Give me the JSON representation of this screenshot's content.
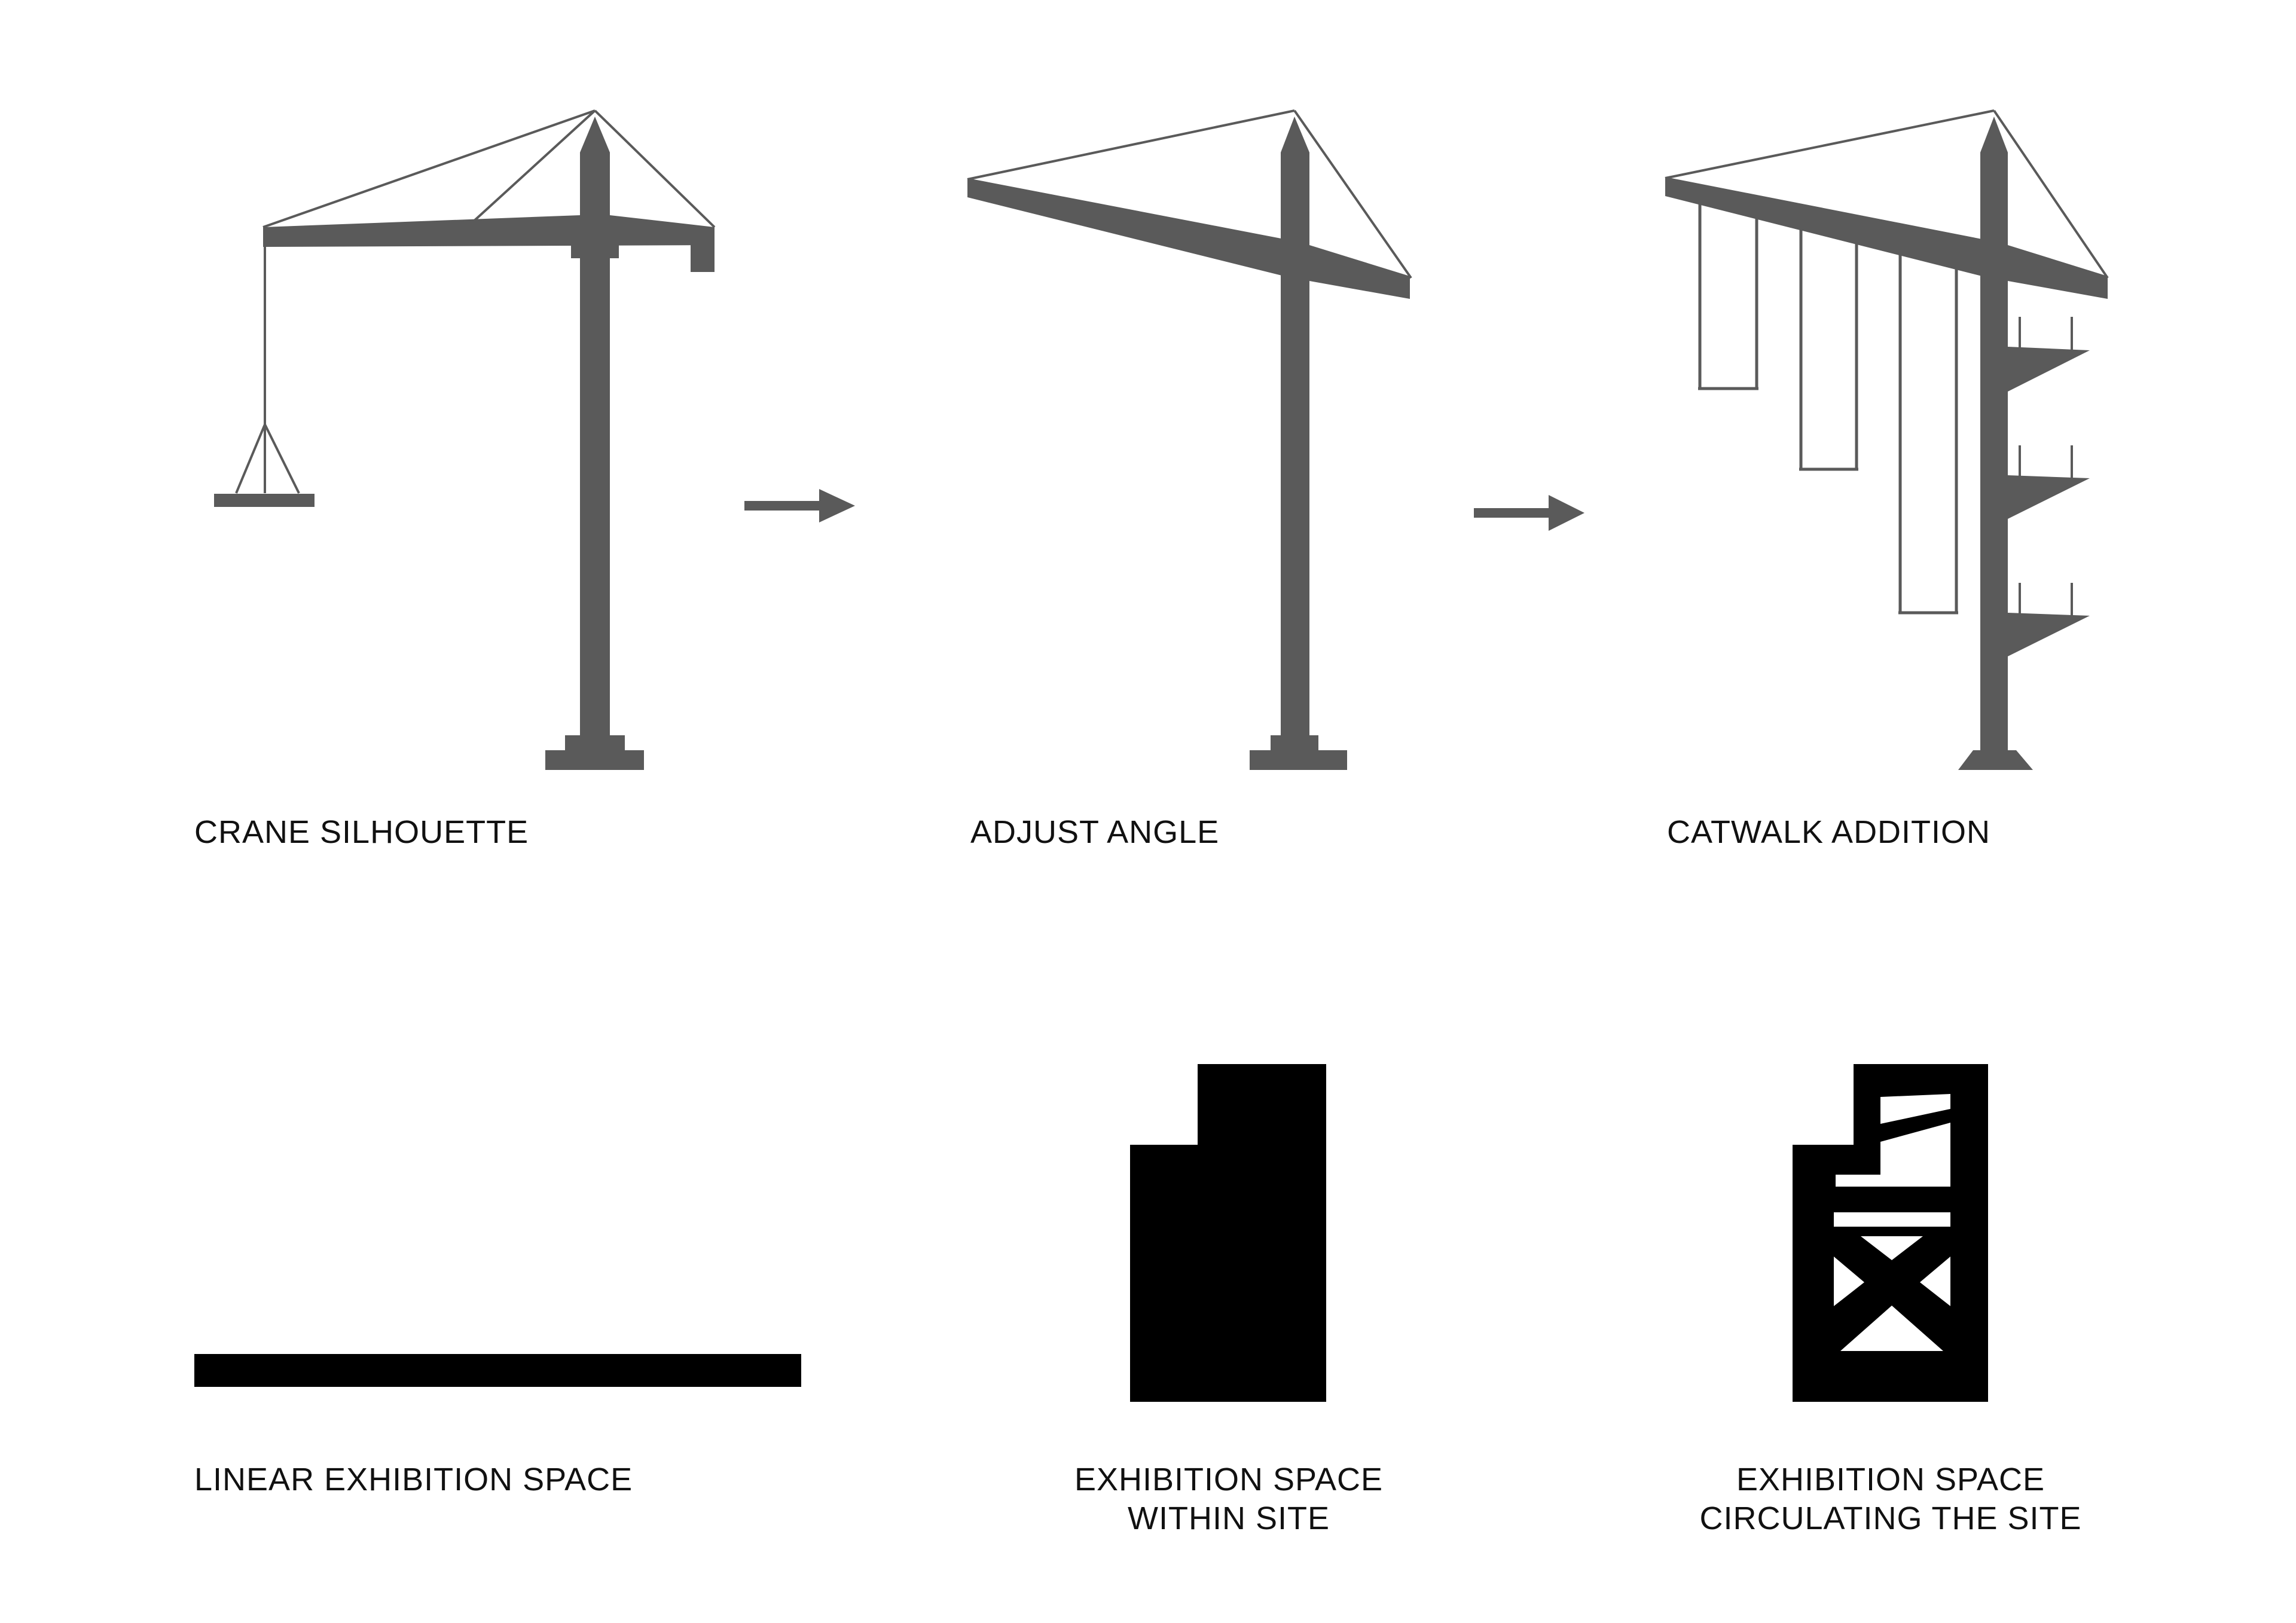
{
  "colors": {
    "crane_gray": "#5a5a5a",
    "massing_black": "#000000",
    "background": "#ffffff",
    "text": "#111111"
  },
  "steps": {
    "crane_silhouette": {
      "label": "CRANE SILHOUETTE"
    },
    "adjust_angle": {
      "label": "ADJUST ANGLE"
    },
    "catwalk_addition": {
      "label": "CATWALK ADDITION"
    }
  },
  "arrows": {
    "first": {
      "icon": "right-arrow-icon"
    },
    "second": {
      "icon": "right-arrow-icon"
    }
  },
  "massing": {
    "linear": {
      "label": "LINEAR EXHIBITION SPACE"
    },
    "within_site": {
      "label_line1": "EXHIBITION SPACE",
      "label_line2": "WITHIN SITE"
    },
    "circulating": {
      "label_line1": "EXHIBITION SPACE",
      "label_line2": "CIRCULATING THE SITE"
    }
  }
}
